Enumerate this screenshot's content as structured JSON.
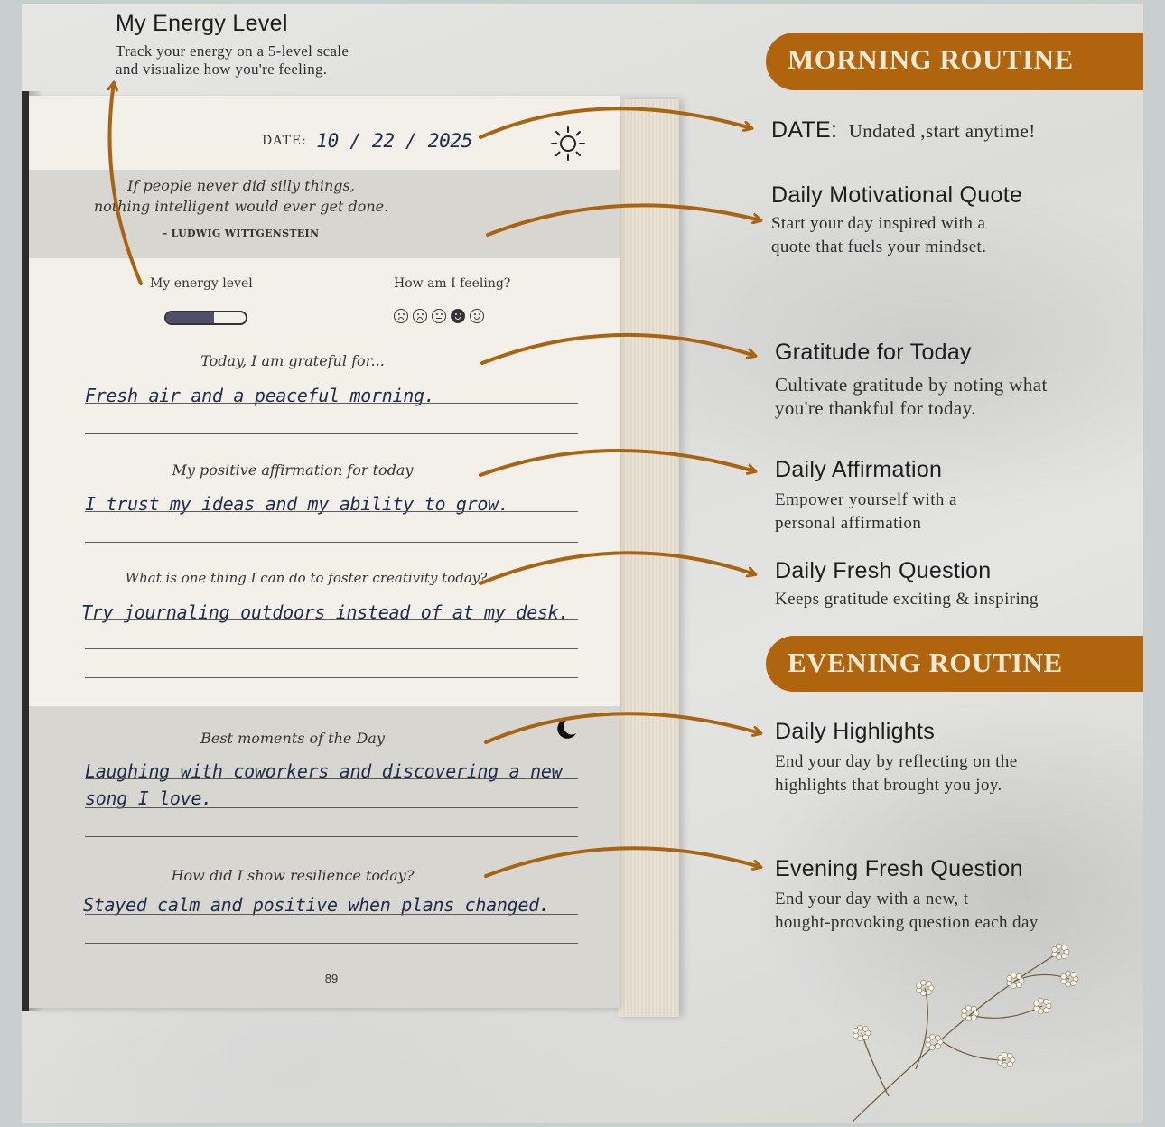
{
  "energy_note": {
    "title": "My Energy Level",
    "body_line1": "Track your energy on a 5-level scale",
    "body_line2": "and visualize how you're feeling."
  },
  "journal_page": {
    "date_label": "DATE:",
    "date_value": "10 / 22 / 2025",
    "quote_line1": "If people never did silly things,",
    "quote_line2": "nothing intelligent would ever get done.",
    "quote_author": "- LUDWIG WITTGENSTEIN",
    "energy_label": "My energy level",
    "energy_level": 3,
    "energy_max": 5,
    "feeling_label": "How am I feeling?",
    "feeling_selected_index": 3,
    "prompt_gratitude": "Today, I am grateful for...",
    "answer_gratitude": "Fresh air and a peaceful morning.",
    "prompt_affirmation": "My positive affirmation for today",
    "answer_affirmation": "I trust my ideas and my ability to grow.",
    "prompt_creativity": "What is one thing I can do to foster creativity today?",
    "answer_creativity": "Try journaling outdoors instead of at my desk.",
    "prompt_best_moments": "Best moments of the Day",
    "answer_best_moments_line1": "Laughing with coworkers and discovering a new",
    "answer_best_moments_line2": "song I love.",
    "prompt_resilience": "How did I show resilience today?",
    "answer_resilience": "Stayed calm and positive when plans changed.",
    "page_number": "89"
  },
  "morning_banner": "MORNING ROUTINE",
  "evening_banner": "EVENING ROUTINE",
  "callouts": {
    "date": {
      "title": "DATE:",
      "body": "Undated ,start anytime!"
    },
    "quote": {
      "title": "Daily Motivational Quote",
      "body_line1": "Start your day inspired with a",
      "body_line2": "quote that fuels your mindset."
    },
    "gratitude": {
      "title": "Gratitude for Today",
      "body_line1": "Cultivate gratitude by noting what",
      "body_line2": "you're thankful for today."
    },
    "affirmation": {
      "title": "Daily Affirmation",
      "body_line1": "Empower yourself with a",
      "body_line2": "personal affirmation"
    },
    "fresh_question": {
      "title": "Daily Fresh Question",
      "body_line1": "Keeps gratitude exciting & inspiring"
    },
    "highlights": {
      "title": "Daily Highlights",
      "body_line1": "End your day by reflecting on the",
      "body_line2": "highlights that brought you joy."
    },
    "evening_question": {
      "title": "Evening Fresh Question",
      "body_line1": "End your day with a new, t",
      "body_line2": "hought-provoking question each day"
    }
  },
  "colors": {
    "accent": "#b0640d",
    "arrow": "#a86410",
    "banner_text": "#f7ead5",
    "ink": "#1e2b4a",
    "page": "#f3f0ea"
  },
  "icons": [
    "sun-icon",
    "moon-icon",
    "sad-face-icon",
    "crying-face-icon",
    "neutral-face-icon",
    "smile-face-icon",
    "happy-face-icon",
    "arrow-icon",
    "flowers-decoration"
  ]
}
